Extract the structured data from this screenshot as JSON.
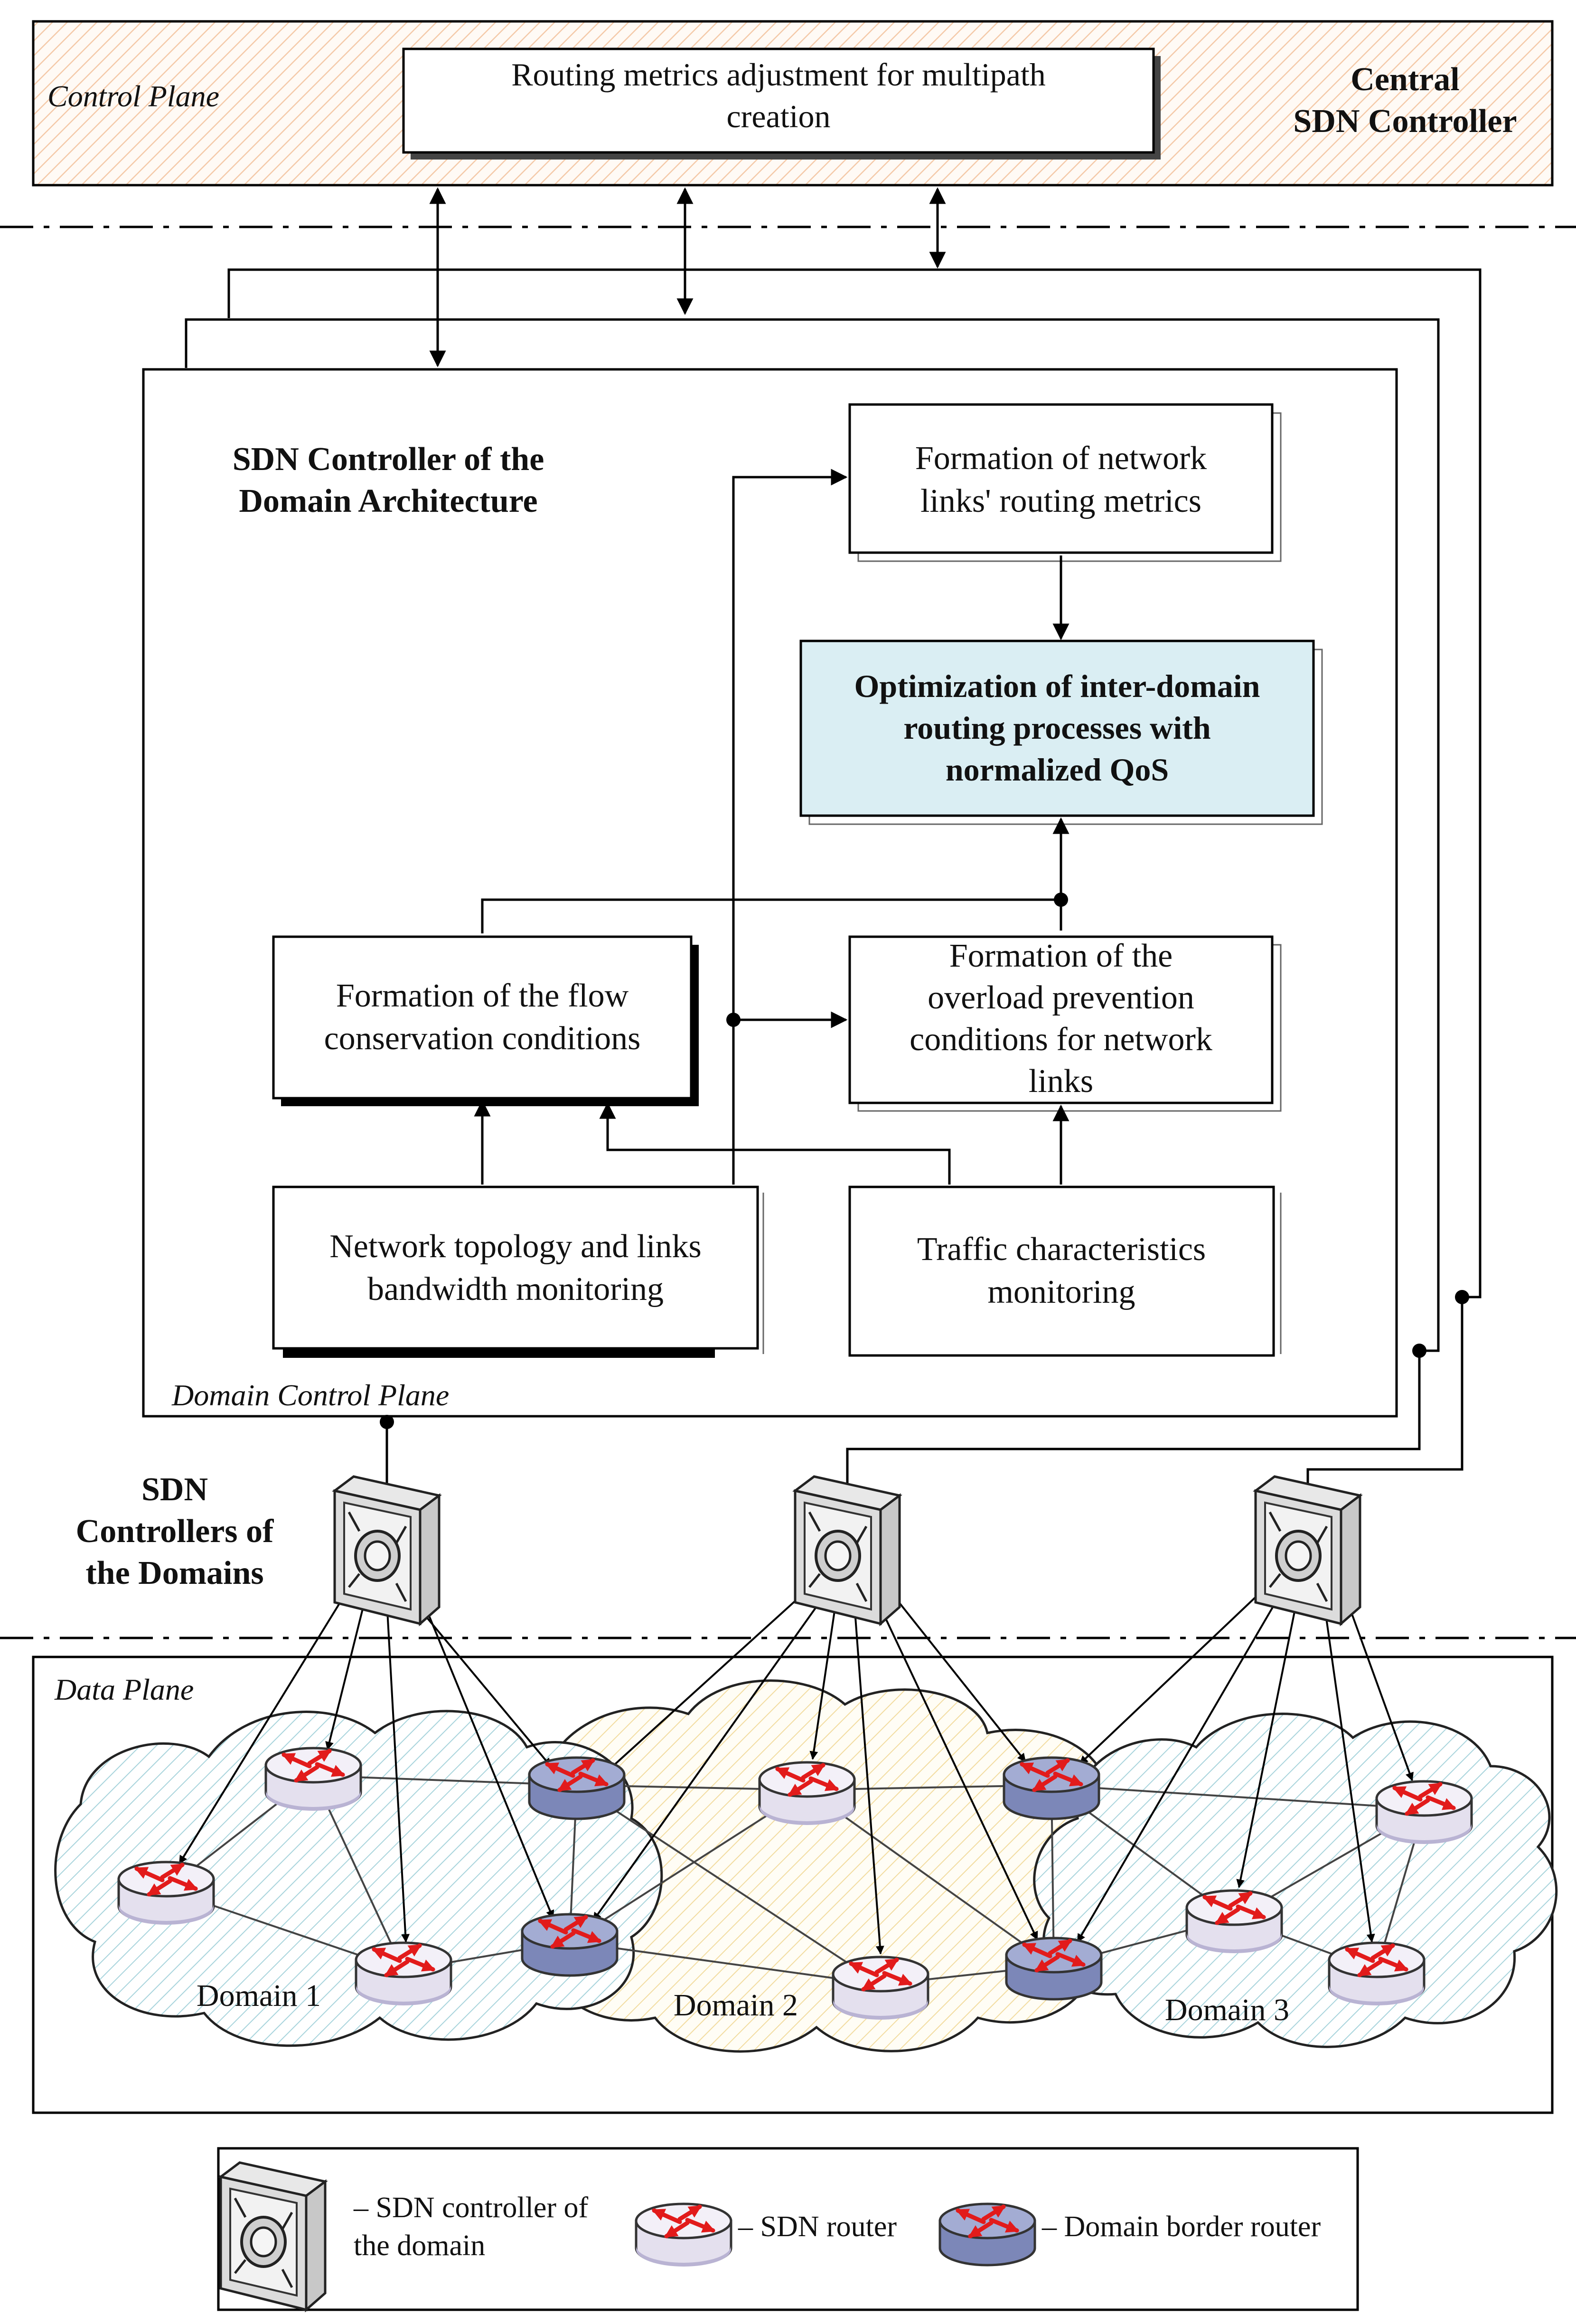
{
  "control_plane": {
    "label": "Control Plane",
    "box_text": [
      "Routing metrics adjustment for multipath",
      "creation"
    ],
    "central_label": [
      "Central",
      "SDN Controller"
    ]
  },
  "domain_controller": {
    "title": [
      "SDN Controller of the",
      "Domain Architecture"
    ],
    "plane_label": "Domain Control Plane",
    "boxes": {
      "metrics": [
        "Formation of network",
        "links' routing metrics"
      ],
      "optimization": [
        "Optimization of inter-domain",
        "routing processes with",
        "normalized QoS"
      ],
      "flow": [
        "Formation of the flow",
        "conservation conditions"
      ],
      "overload": [
        "Formation of the",
        "overload prevention",
        "conditions for network",
        "links"
      ],
      "topology": [
        "Network topology and links",
        "bandwidth monitoring"
      ],
      "traffic": [
        "Traffic characteristics",
        "monitoring"
      ]
    }
  },
  "controllers_label": [
    "SDN",
    "Controllers of",
    "the Domains"
  ],
  "data_plane": {
    "label": "Data Plane",
    "domains": [
      "Domain 1",
      "Domain 2",
      "Domain 3"
    ]
  },
  "legend": {
    "controller": [
      "– SDN controller of",
      "the domain"
    ],
    "router": "– SDN router",
    "border_router": "– Domain border router"
  },
  "colors": {
    "optimization_fill": "#daeef3",
    "control_plane_hatch": "#f4c9a8",
    "domain1_hatch": "#a8d4dc",
    "domain2_hatch": "#f2dca0",
    "sdn_router_fill": "#e4e0ee",
    "border_router_fill": "#7c87b8",
    "arrow_red": "#e21b1b"
  }
}
